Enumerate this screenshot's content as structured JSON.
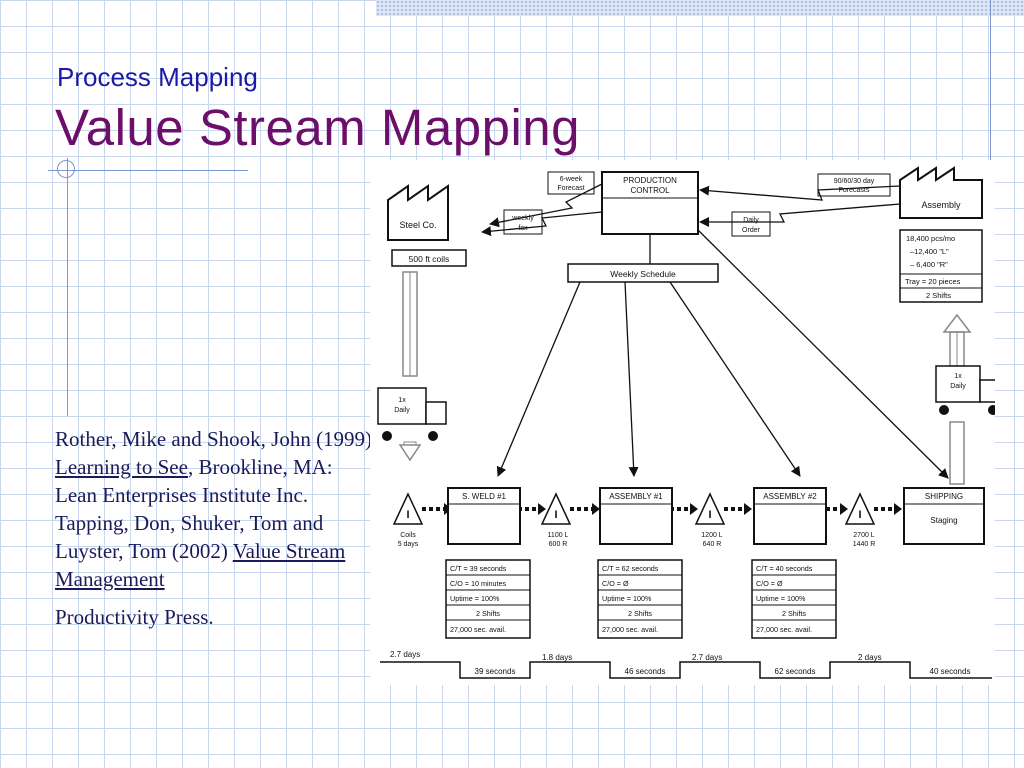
{
  "slide": {
    "subtitle": "Process Mapping",
    "title": "Value Stream Mapping",
    "reference": {
      "line1": "Rother, Mike and Shook, John (1999)",
      "book1": "Learning to See",
      "after_book1": ", Brookline, MA: Lean Enterprises Institute Inc. Tapping, Don, Shuker, Tom and Luyster,  Tom (2002)",
      "book2": "Value Stream Management",
      "publisher": "Productivity Press."
    }
  },
  "diagram": {
    "supplier": "Steel Co.",
    "supplier_box": "500 ft coils",
    "customer": "Assembly",
    "customer_data": [
      "18,400 pcs/mo",
      "–12,400 \"L\"",
      "– 6,400 \"R\"",
      "Tray = 20 pieces",
      "2 Shifts"
    ],
    "production_control": [
      "PRODUCTION",
      "CONTROL"
    ],
    "six_week_forecast": [
      "6-week",
      "Forecast"
    ],
    "weekly_fax": [
      "weekly",
      "fax"
    ],
    "forecasts": [
      "90/60/30 day",
      "Forecasts"
    ],
    "daily_order": [
      "Daily",
      "Order"
    ],
    "weekly_schedule": "Weekly Schedule",
    "truck_left": [
      "1x",
      "Daily"
    ],
    "truck_right": [
      "1x",
      "Daily"
    ],
    "inventory": [
      {
        "lines": [
          "Coils",
          "5 days"
        ]
      },
      {
        "lines": [
          "1100 L",
          "600 R"
        ]
      },
      {
        "lines": [
          "1200 L",
          "640 R"
        ]
      },
      {
        "lines": [
          "2700 L",
          "1440 R"
        ]
      }
    ],
    "processes": [
      {
        "name": "S. WELD #1",
        "data": [
          "C/T = 39 seconds",
          "C/O = 10 minutes",
          "Uptime = 100%",
          "2 Shifts",
          "27,000 sec. avail."
        ]
      },
      {
        "name": "ASSEMBLY #1",
        "data": [
          "C/T = 62 seconds",
          "C/O = Ø",
          "Uptime = 100%",
          "2 Shifts",
          "27,000 sec. avail."
        ]
      },
      {
        "name": "ASSEMBLY #2",
        "data": [
          "C/T = 40 seconds",
          "C/O = Ø",
          "Uptime = 100%",
          "2 Shifts",
          "27,000 sec. avail."
        ]
      },
      {
        "name": "SHIPPING",
        "sub": "Staging"
      }
    ],
    "timeline": {
      "days": [
        "2.7 days",
        "1.8 days",
        "2.7 days",
        "2 days"
      ],
      "seconds": [
        "39 seconds",
        "46 seconds",
        "62 seconds",
        "40 seconds"
      ]
    }
  }
}
